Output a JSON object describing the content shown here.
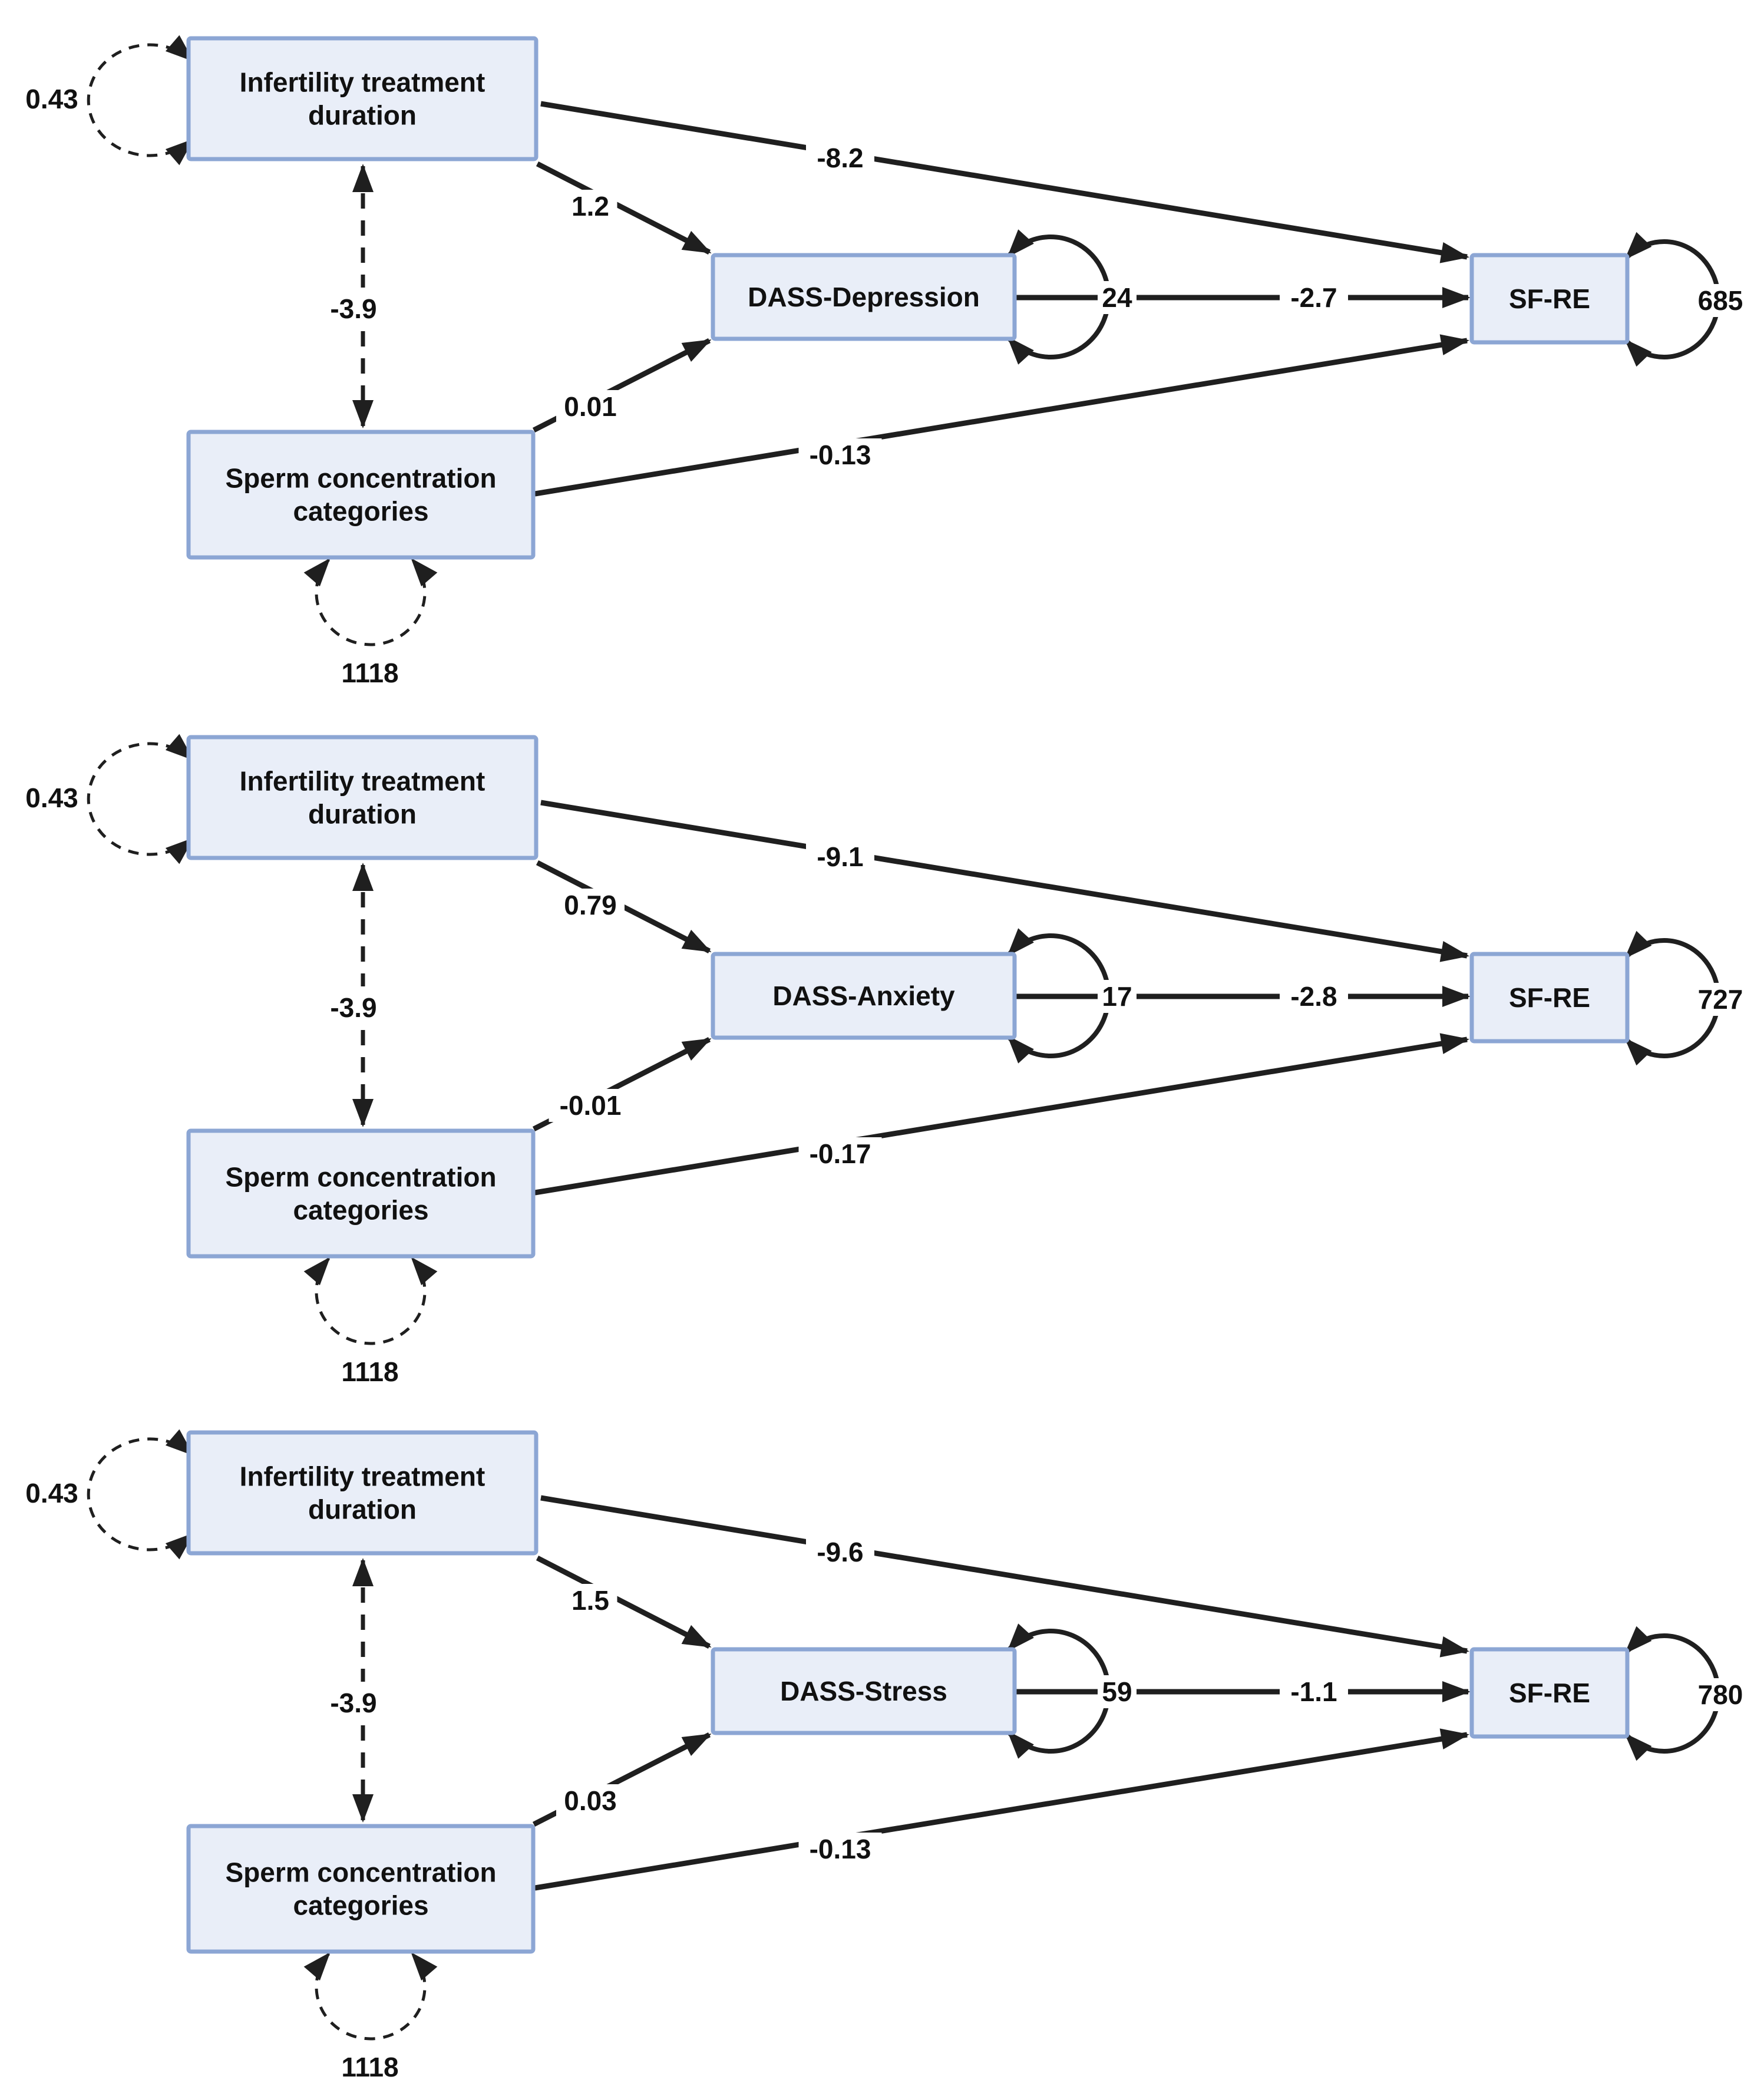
{
  "figure": {
    "background": "#ffffff",
    "node_fill": "#e9eef8",
    "node_border": "#8ca6d4",
    "line_color": "#1f1f1f",
    "nodes": {
      "exo1_line1": "Infertility treatment",
      "exo1_line2": "duration",
      "exo2_line1": "Sperm concentration",
      "exo2_line2": "categories",
      "outcome": "SF-RE"
    },
    "panels": [
      {
        "mediator": "DASS-Depression",
        "coef": {
          "exo1_var": "0.43",
          "cov": "-3.9",
          "exo2_var": "1118",
          "a1": "1.2",
          "c1": "-8.2",
          "a2": "0.01",
          "c2": "-0.13",
          "med_var": "24",
          "b": "-2.7",
          "out_var": "685"
        }
      },
      {
        "mediator": "DASS-Anxiety",
        "coef": {
          "exo1_var": "0.43",
          "cov": "-3.9",
          "exo2_var": "1118",
          "a1": "0.79",
          "c1": "-9.1",
          "a2": "-0.01",
          "c2": "-0.17",
          "med_var": "17",
          "b": "-2.8",
          "out_var": "727"
        }
      },
      {
        "mediator": "DASS-Stress",
        "coef": {
          "exo1_var": "0.43",
          "cov": "-3.9",
          "exo2_var": "1118",
          "a1": "1.5",
          "c1": "-9.6",
          "a2": "0.03",
          "c2": "-0.13",
          "med_var": "59",
          "b": "-1.1",
          "out_var": "780"
        }
      }
    ]
  }
}
